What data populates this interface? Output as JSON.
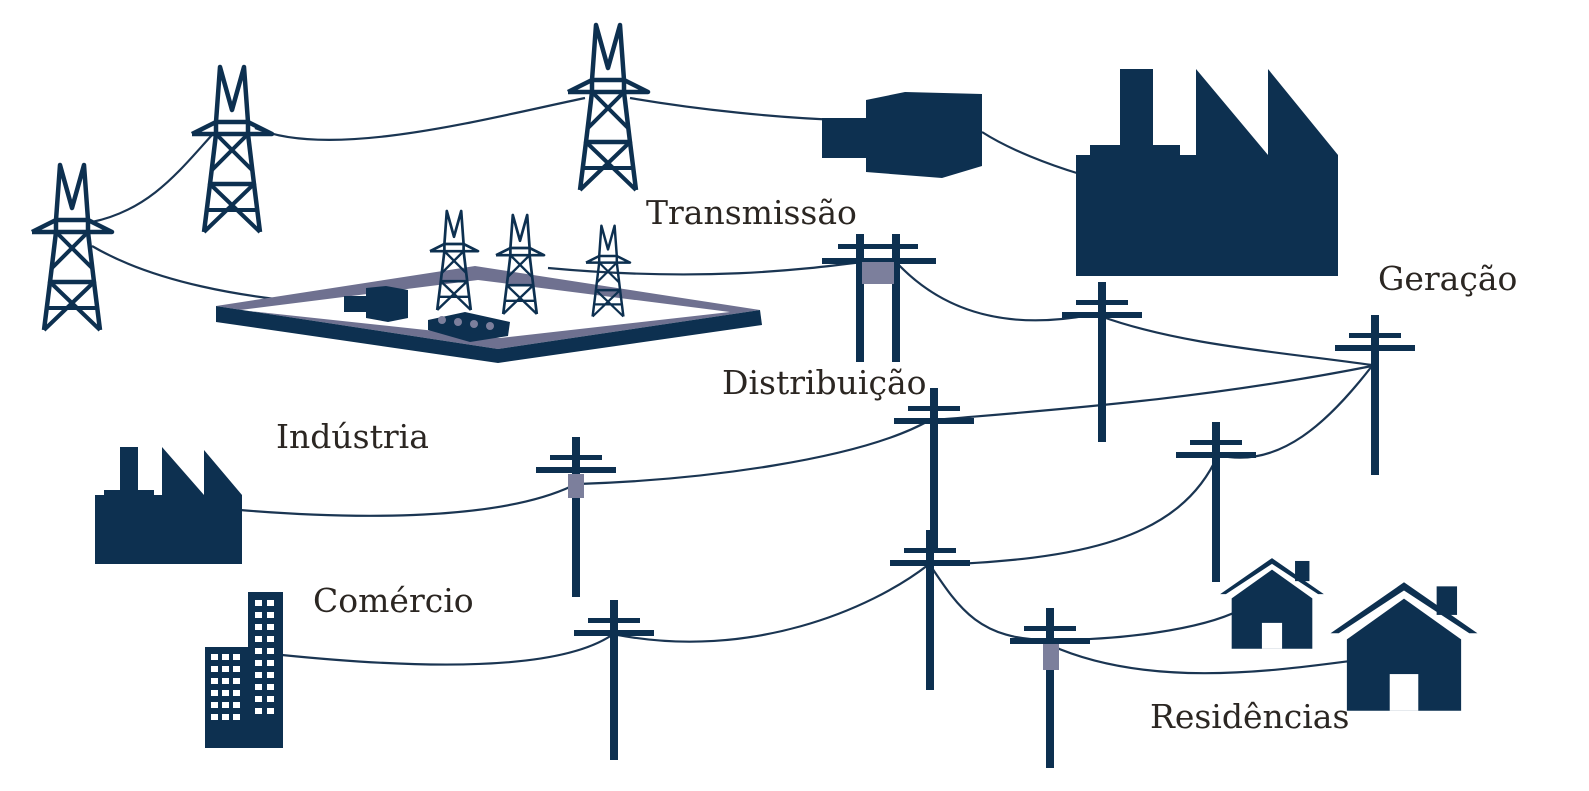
{
  "colors": {
    "primary": "#0d3050",
    "accent": "#7c7f9c",
    "wire": "#1a3552",
    "text": "#2b2622"
  },
  "labels": {
    "transmission": "Transmissão",
    "generation": "Geração",
    "distribution": "Distribuição",
    "industry": "Indústria",
    "commerce": "Comércio",
    "residences": "Residências"
  },
  "icons": [
    "transmission-tower-icon",
    "power-plant-icon",
    "generator-icon",
    "substation-icon",
    "utility-pole-icon",
    "factory-icon",
    "office-building-icon",
    "house-icon"
  ]
}
